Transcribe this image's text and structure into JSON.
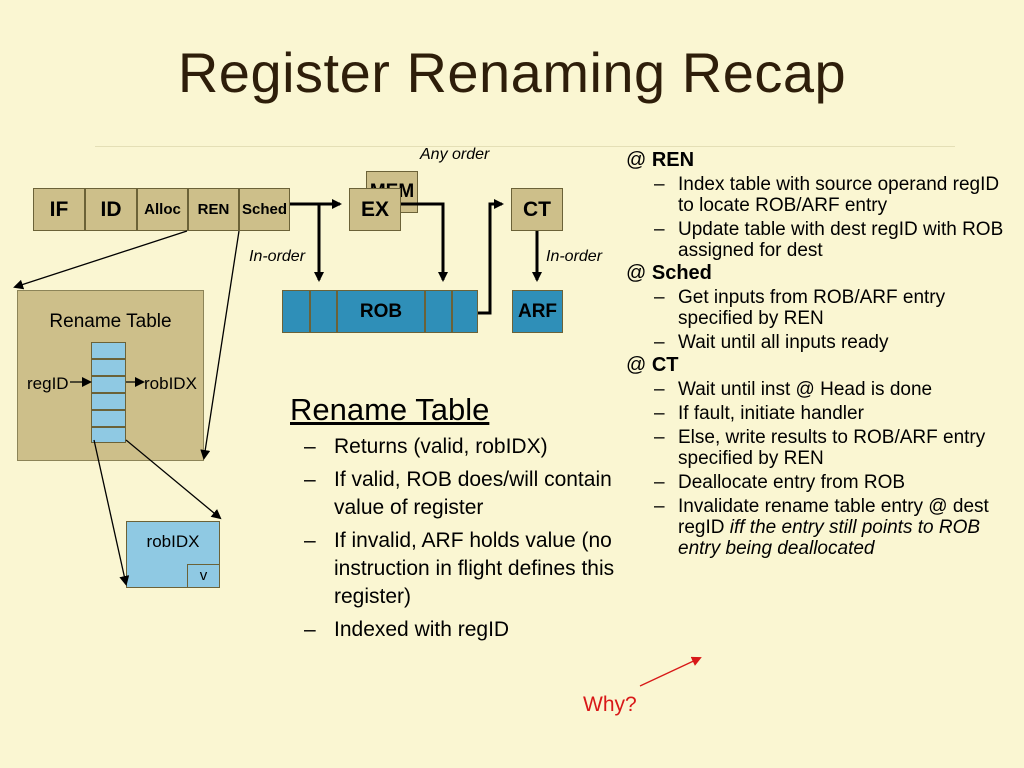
{
  "title": "Register Renaming Recap",
  "pipeline": {
    "stages": [
      "IF",
      "ID",
      "Alloc",
      "REN",
      "Sched"
    ],
    "mem": "MEM",
    "ex": "EX",
    "ct": "CT",
    "rob": "ROB",
    "arf": "ARF",
    "any_order": "Any order",
    "in_order_left": "In-order",
    "in_order_right": "In-order"
  },
  "rename_table_box": {
    "title": "Rename Table",
    "reg_label": "regID",
    "rob_label": "robIDX"
  },
  "entry_box": {
    "label": "robIDX",
    "valid": "v"
  },
  "middle": {
    "heading": "Rename Table",
    "items": [
      "Returns (valid, robIDX)",
      "If valid, ROB does/will contain value of register",
      "If invalid, ARF holds value (no instruction in flight defines this register)",
      "Indexed with regID"
    ]
  },
  "right": {
    "sections": [
      {
        "at": "@ ",
        "name": "REN",
        "items": [
          "Index table with source operand regID to locate ROB/ARF entry",
          "Update table with dest regID with ROB assigned for dest"
        ]
      },
      {
        "at": "@ ",
        "name": "Sched",
        "items": [
          "Get inputs from ROB/ARF entry specified by REN",
          "Wait until all inputs ready"
        ]
      },
      {
        "at": "@ ",
        "name": "CT",
        "items": [
          "Wait until inst @ Head is done",
          "If fault, initiate handler",
          "Else, write results to ROB/ARF entry specified by REN",
          "Deallocate entry from ROB"
        ]
      }
    ],
    "last_item_plain": "Invalidate rename table entry @ dest regID ",
    "last_item_italic": "iff the entry still points to ROB entry being deallocated"
  },
  "why": "Why?",
  "colors": {
    "background": "#faf6d2",
    "tan": "#cdbf8a",
    "rob_blue": "#2f8fb8",
    "light_blue": "#8fc9e3",
    "why_red": "#d81818",
    "title": "#2e1e0a"
  }
}
